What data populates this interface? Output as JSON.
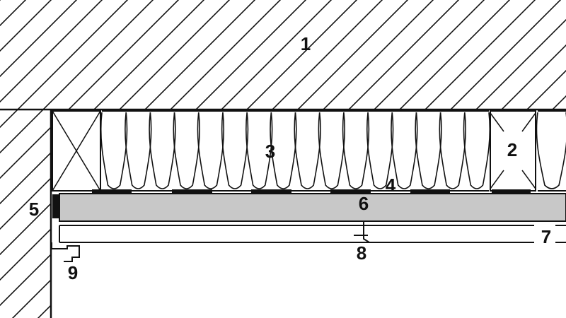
{
  "diagram": {
    "colors": {
      "line": "#111111",
      "board_fill": "#c8c8c8",
      "background": "#ffffff"
    },
    "labels": {
      "ceiling_slab": "1",
      "batten": "2",
      "insulation": "3",
      "gap": "4",
      "wall_seal": "5",
      "board": "6",
      "ceiling_panel": "7",
      "hanger": "8",
      "edge_profile": "9"
    }
  }
}
